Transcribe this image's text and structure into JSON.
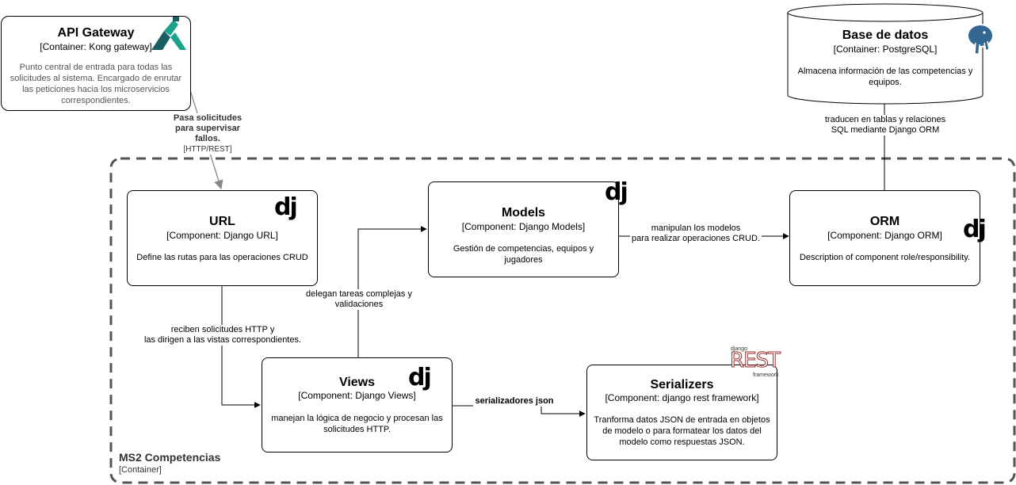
{
  "gateway": {
    "title": "API Gateway",
    "tech": "[Container: Kong gateway]",
    "desc": "Punto central de entrada para todas las solicitudes al sistema. Encargado de enrutar las peticiones hacia los microservicios correspondientes.",
    "logo_icon": "kong-logo-icon"
  },
  "database": {
    "title": "Base de datos",
    "tech": "[Container: PostgreSQL]",
    "desc": "Almacena información de las competencias y equipos.",
    "logo_icon": "postgresql-elephant-icon"
  },
  "boundary": {
    "title": "MS2 Competencias",
    "tech": "[Container]"
  },
  "components": {
    "url": {
      "title": "URL",
      "tech": "[Component: Django URL]",
      "desc": "Define las rutas para las operaciones CRUD",
      "logo": "dj"
    },
    "models": {
      "title": "Models",
      "tech": "[Component: Django Models]",
      "desc": "Gestión de competencias, equipos y jugadores",
      "logo": "dj"
    },
    "orm": {
      "title": "ORM",
      "tech": "[Component: Django ORM]",
      "desc": "Description of component role/responsibility.",
      "logo": "dj"
    },
    "views": {
      "title": "Views",
      "tech": "[Component: Django Views]",
      "desc": "manejan la lógica de negocio y procesan las solicitudes HTTP.",
      "logo": "dj"
    },
    "serializers": {
      "title": "Serializers",
      "tech": "[Component: django rest framework]",
      "desc": "Tranforma datos JSON de entrada en objetos de modelo o para formatear los datos del modelo como respuestas JSON.",
      "logo_small_top": "django",
      "logo_big": "REST",
      "logo_small_bottom": "framework"
    }
  },
  "edges": {
    "gateway_url": {
      "line1": "Pasa solicitudes",
      "line2": "para supervisar fallos.",
      "tech": "[HTTP/REST]"
    },
    "url_views": {
      "line1": "reciben solicitudes HTTP y",
      "line2": "las dirigen a las vistas correspondientes."
    },
    "views_models": {
      "line1": "delegan tareas complejas y",
      "line2": "validaciones"
    },
    "models_orm": {
      "line1": "manipulan los modelos",
      "line2": "para realizar operaciones CRUD."
    },
    "orm_db": {
      "line1": "traducen en tablas y relaciones",
      "line2": "SQL mediante Django ORM"
    },
    "views_serializers": {
      "line1": "serializadores json"
    }
  },
  "colors": {
    "boundary": "#555555",
    "gateway_edge": "#888888",
    "kong_dark": "#1a5e63",
    "kong_light": "#1aa38a",
    "postgres_blue": "#336791",
    "rest_red": "#9b2c2c"
  }
}
